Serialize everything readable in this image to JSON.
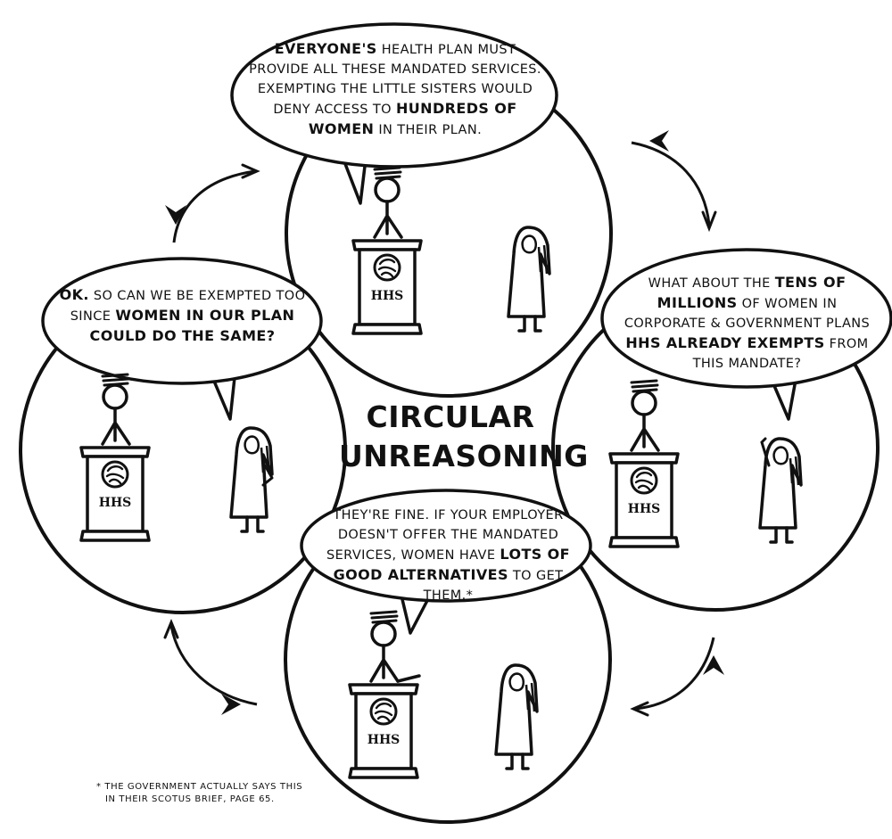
{
  "title": {
    "line1": "CIRCULAR",
    "line2": "UNREASONING"
  },
  "podium_label": "HHS",
  "panels": {
    "top": {
      "speaker": "HHS official",
      "segments": [
        {
          "t": "EVERYONE'S",
          "b": true
        },
        {
          "t": " HEALTH PLAN MUST PROVIDE ALL THESE MANDATED SERVICES. EXEMPTING THE LITTLE SISTERS WOULD DENY ACCESS TO ",
          "b": false
        },
        {
          "t": "HUNDREDS OF WOMEN",
          "b": true
        },
        {
          "t": " IN THEIR PLAN.",
          "b": false
        }
      ]
    },
    "right": {
      "speaker": "nun",
      "segments": [
        {
          "t": "WHAT ABOUT THE ",
          "b": false
        },
        {
          "t": "TENS OF MILLIONS",
          "b": true
        },
        {
          "t": " OF WOMEN IN CORPORATE & GOVERNMENT PLANS ",
          "b": false
        },
        {
          "t": "HHS ALREADY EXEMPTS",
          "b": true
        },
        {
          "t": " FROM THIS MANDATE?",
          "b": false
        }
      ]
    },
    "bottom": {
      "speaker": "HHS official",
      "segments": [
        {
          "t": "THEY'RE FINE. IF YOUR EMPLOYER DOESN'T OFFER THE MANDATED SERVICES, WOMEN HAVE ",
          "b": false
        },
        {
          "t": "LOTS OF GOOD ALTERNATIVES",
          "b": true
        },
        {
          "t": " TO GET THEM.*",
          "b": false
        }
      ]
    },
    "left": {
      "speaker": "nun",
      "segments": [
        {
          "t": "OK.",
          "b": true
        },
        {
          "t": " SO CAN WE BE EXEMPTED TOO SINCE ",
          "b": false
        },
        {
          "t": "WOMEN IN OUR PLAN COULD DO THE SAME?",
          "b": true
        }
      ]
    }
  },
  "footnote": {
    "line1": "* THE GOVERNMENT ACTUALLY SAYS THIS",
    "line2": "IN THEIR SCOTUS BRIEF, PAGE 65."
  },
  "colors": {
    "ink": "#111111",
    "paper": "#ffffff"
  },
  "arrows": [
    "top-to-right",
    "right-to-bottom",
    "bottom-to-left",
    "left-to-top"
  ]
}
